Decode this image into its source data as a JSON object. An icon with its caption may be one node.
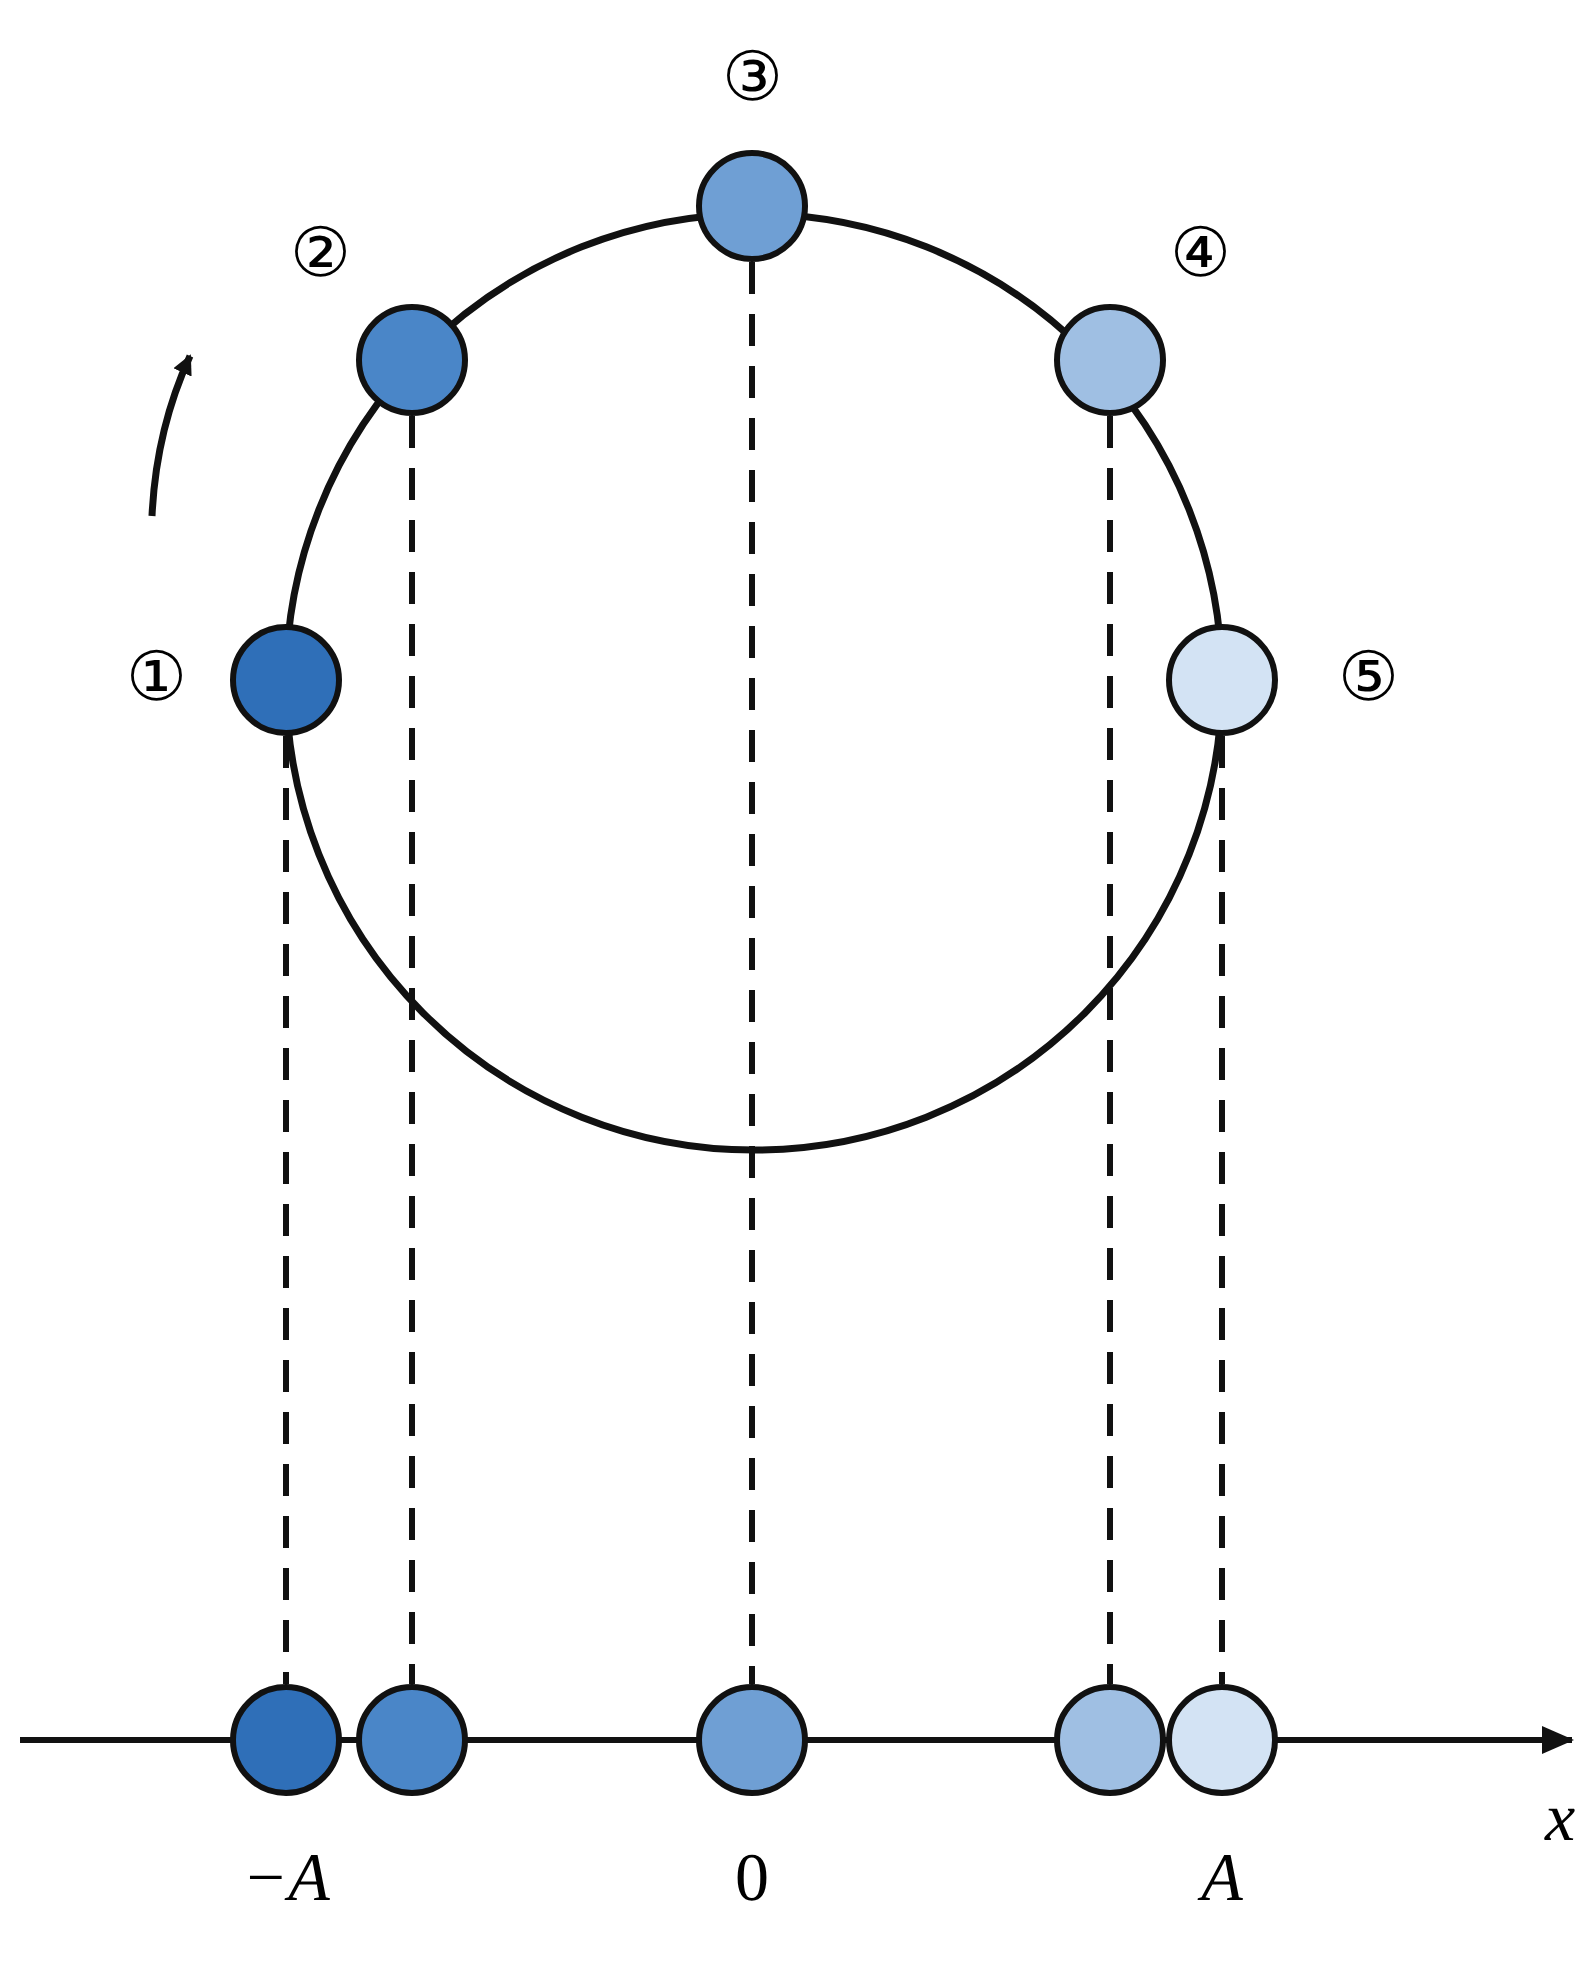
{
  "diagram": {
    "nodes": [
      {
        "text": [],
        "shape": "circle",
        "beside": [
          "①"
        ]
      },
      {
        "text": [],
        "shape": "circle",
        "beside": [
          "②"
        ]
      },
      {
        "text": [],
        "shape": "circle",
        "beside": [
          "③"
        ]
      },
      {
        "text": [],
        "shape": "circle",
        "beside": [
          "④"
        ]
      },
      {
        "text": [],
        "shape": "circle",
        "beside": [
          "⑤"
        ]
      },
      {
        "text": [],
        "shape": "circle"
      },
      {
        "text": [],
        "shape": "circle"
      },
      {
        "text": [],
        "shape": "circle"
      },
      {
        "text": [],
        "shape": "circle"
      },
      {
        "text": [],
        "shape": "circle"
      }
    ],
    "edges": [
      {
        "from": 0,
        "to": 5,
        "arrow": "none",
        "style": "dashed"
      },
      {
        "from": 1,
        "to": 6,
        "arrow": "none",
        "style": "dashed"
      },
      {
        "from": 2,
        "to": 7,
        "arrow": "none",
        "style": "dashed"
      },
      {
        "from": 3,
        "to": 8,
        "arrow": "none",
        "style": "dashed"
      },
      {
        "from": 4,
        "to": 9,
        "arrow": "none",
        "style": "dashed"
      }
    ],
    "labels": [
      "x",
      "−A",
      "0",
      "A"
    ]
  }
}
